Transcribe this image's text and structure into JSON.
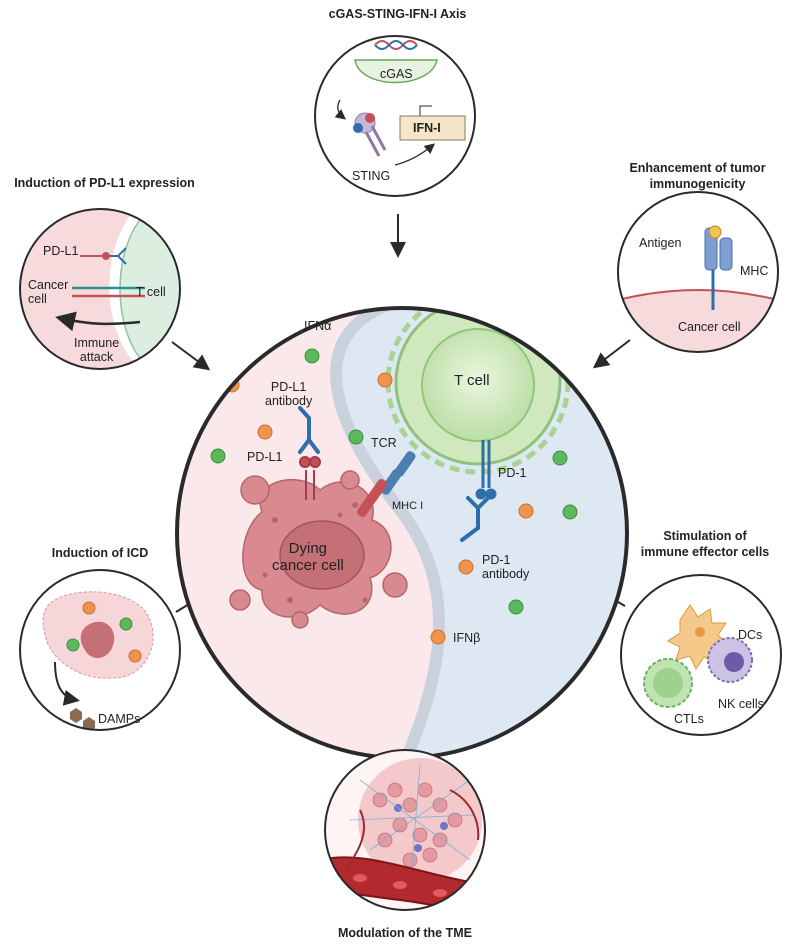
{
  "panels": {
    "cgas": {
      "title": "cGAS-STING-IFN-I Axis",
      "cgas_label": "cGAS",
      "ifn_label": "IFN-I",
      "sting_label": "STING"
    },
    "pdl1_expression": {
      "title": "Induction of PD-L1 expression",
      "pdl1_label": "PD-L1",
      "cancer_label": "Cancer\ncell",
      "tcell_label": "T cell",
      "attack_label": "Immune\nattack"
    },
    "immunogenicity": {
      "title": "Enhancement of tumor\nimmunogenicity",
      "antigen_label": "Antigen",
      "mhc_label": "MHC",
      "cancer_label": "Cancer cell"
    },
    "icd": {
      "title": "Induction of ICD",
      "damps_label": "DAMPs"
    },
    "effector": {
      "title": "Stimulation of\nimmune effector cells",
      "dcs_label": "DCs",
      "ctls_label": "CTLs",
      "nk_label": "NK cells"
    },
    "tme": {
      "title": "Modulation of the TME"
    }
  },
  "center": {
    "ifna": "IFNα",
    "ifnb": "IFNβ",
    "tcell": "T cell",
    "tcr": "TCR",
    "mhc1": "MHC I",
    "pd1": "PD-1",
    "pd1_antibody": "PD-1\nantibody",
    "pdl1": "PD-L1",
    "pdl1_antibody": "PD-L1\nantibody",
    "dying_cell": "Dying\ncancer cell"
  },
  "colors": {
    "pink_bg": "#fbe8ea",
    "blue_bg": "#dde8f3",
    "tcell_green": "#b6dca1",
    "cancer_red": "#d98a90",
    "antibody_blue": "#2f6ea8",
    "cytokine_green": "#5cb85c",
    "cytokine_orange": "#f0944d"
  }
}
